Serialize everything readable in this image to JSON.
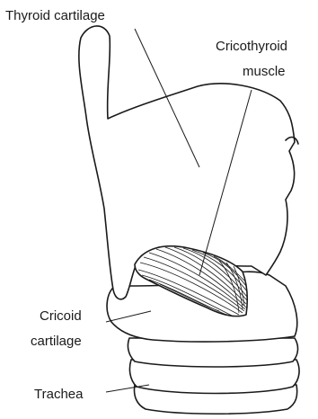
{
  "labels": {
    "thyroid_cartilage": "Thyroid cartilage",
    "cricothyroid_line1": "Cricothyroid",
    "cricothyroid_line2": "muscle",
    "cricoid_line1": "Cricoid",
    "cricoid_line2": "cartilage",
    "trachea": "Trachea"
  }
}
